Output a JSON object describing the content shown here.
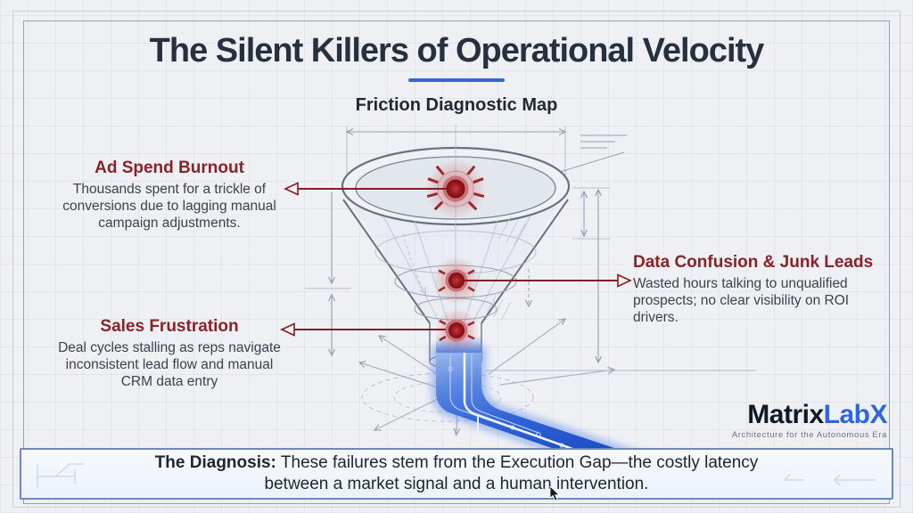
{
  "page": {
    "title": "The Silent Killers of Operational Velocity",
    "subtitle": "Friction Diagnostic Map"
  },
  "callouts": {
    "ad_spend": {
      "title": "Ad Spend Burnout",
      "body": "Thousands spent for a trickle of conversions due to lagging manual campaign adjustments."
    },
    "data_confusion": {
      "title": "Data Confusion & Junk Leads",
      "body": "Wasted hours talking to unqualified prospects; no clear visibility on ROI drivers."
    },
    "sales_frustration": {
      "title": "Sales Frustration",
      "body": "Deal cycles stalling as reps navigate inconsistent lead flow and manual CRM data entry"
    }
  },
  "diagram": {
    "type": "blueprint-funnel",
    "friction_points": [
      "ad_spend",
      "data_confusion",
      "sales_frustration"
    ],
    "stream": "data-stream-outflow"
  },
  "logo": {
    "brand_primary": "Matrix",
    "brand_accent": "LabX",
    "tagline": "Architecture for the Autonomous Era"
  },
  "diagnosis": {
    "label": "The Diagnosis:",
    "text": "These failures stem from the Execution Gap—the costly latency between a market signal and a human intervention."
  },
  "colors": {
    "background": "#eef0f4",
    "title": "#27303f",
    "accent_blue": "#3566d4",
    "callout_red": "#8c2127",
    "arrow_red": "#7e2026",
    "stream_blue": "#2f62d6",
    "logo_accent": "#2e66e0",
    "sketch_gray": "#97a0ae"
  }
}
